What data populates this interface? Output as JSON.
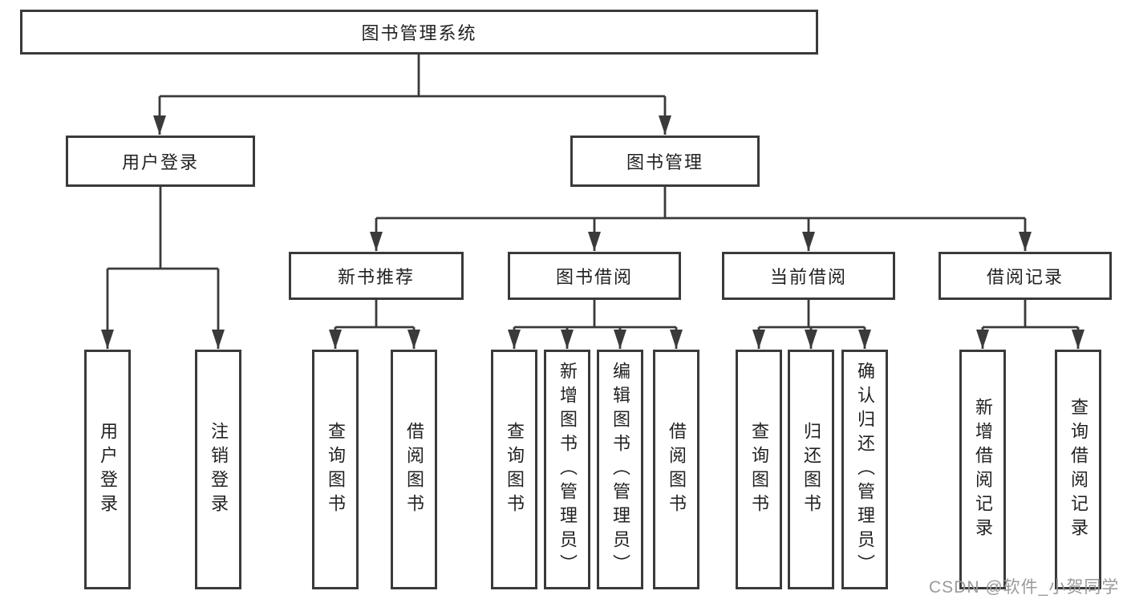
{
  "tree": {
    "label": "图书管理系统",
    "children": [
      {
        "label": "用户登录",
        "children": [
          {
            "label": "用户登录"
          },
          {
            "label": "注销登录"
          }
        ]
      },
      {
        "label": "图书管理",
        "children": [
          {
            "label": "新书推荐",
            "children": [
              {
                "label": "查询图书"
              },
              {
                "label": "借阅图书"
              }
            ]
          },
          {
            "label": "图书借阅",
            "children": [
              {
                "label": "查询图书"
              },
              {
                "label": "新增图书（管理员）"
              },
              {
                "label": "编辑图书（管理员）"
              },
              {
                "label": "借阅图书"
              }
            ]
          },
          {
            "label": "当前借阅",
            "children": [
              {
                "label": "查询图书"
              },
              {
                "label": "归还图书"
              },
              {
                "label": "确认归还（管理员）"
              }
            ]
          },
          {
            "label": "借阅记录",
            "children": [
              {
                "label": "新增借阅记录"
              },
              {
                "label": "查询借阅记录"
              }
            ]
          }
        ]
      }
    ]
  },
  "watermark": "CSDN @软件_小贺同学",
  "colors": {
    "line": "#3a3a3a",
    "text": "#222222",
    "watermark": "#9a9a9a",
    "background": "#ffffff"
  }
}
